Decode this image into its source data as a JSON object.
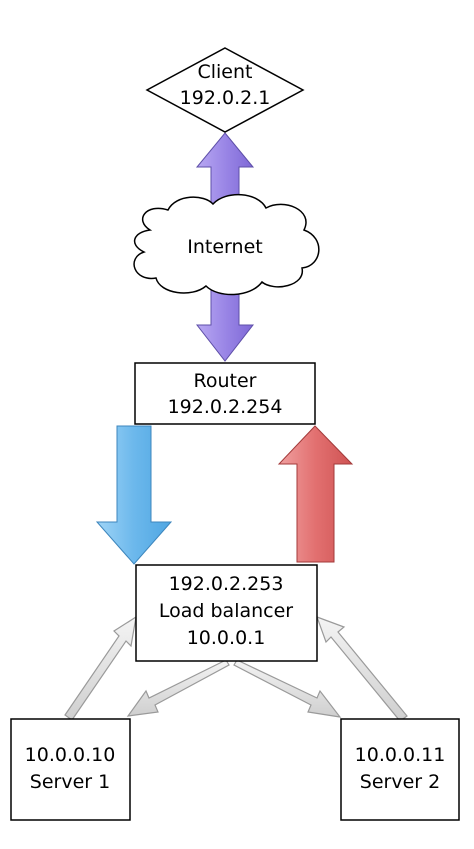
{
  "nodes": {
    "client": {
      "line1": "Client",
      "line2": "192.0.2.1"
    },
    "internet": {
      "label": "Internet"
    },
    "router": {
      "line1": "Router",
      "line2": "192.0.2.254"
    },
    "load_balancer": {
      "line1": "192.0.2.253",
      "line2": "Load balancer",
      "line3": "10.0.0.1"
    },
    "server1": {
      "line1": "10.0.0.10",
      "line2": "Server 1"
    },
    "server2": {
      "line1": "10.0.0.11",
      "line2": "Server 2"
    }
  },
  "colors": {
    "client_internet_arrow": "#9a86e6",
    "internet_router_arrow": "#9a86e6",
    "router_to_lb_arrow": "#6cb8ec",
    "lb_to_router_arrow": "#e27070",
    "server_link_arrow": "#d9d9d9",
    "outline": "#000000",
    "background": "#ffffff"
  }
}
